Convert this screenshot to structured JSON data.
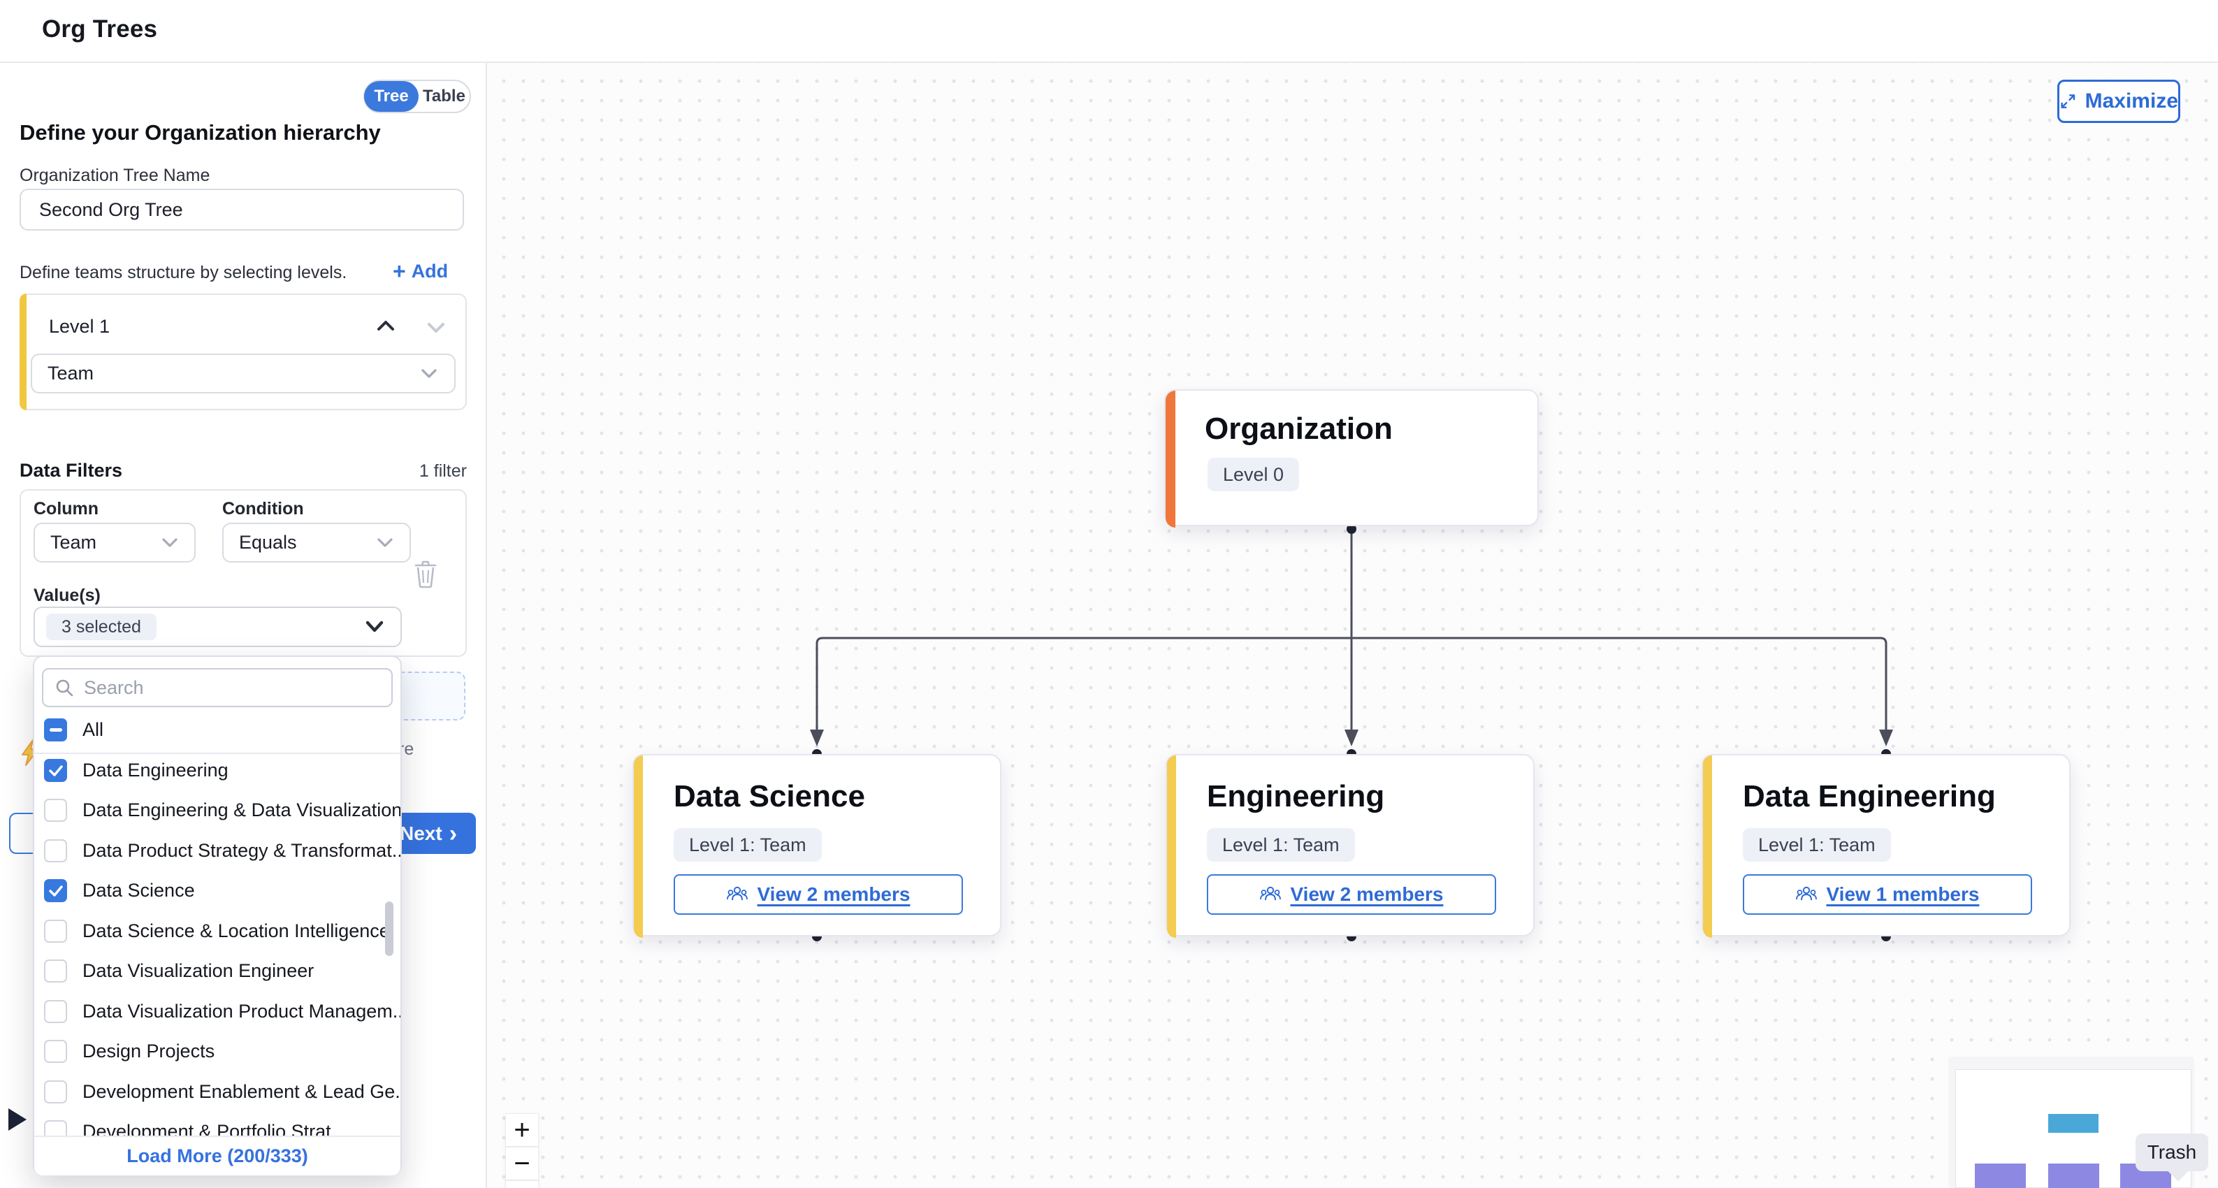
{
  "header": {
    "title": "Org Trees"
  },
  "sidebar": {
    "view_toggle": {
      "tree": "Tree",
      "table": "Table"
    },
    "heading": "Define your Organization hierarchy",
    "tree_name": {
      "label": "Organization Tree Name",
      "value": "Second Org Tree"
    },
    "levels": {
      "instruction": "Define teams structure by selecting levels.",
      "add_label": "Add",
      "plus_glyph": "+",
      "items": [
        {
          "title": "Level 1",
          "type_value": "Team"
        }
      ]
    },
    "filters": {
      "heading": "Data Filters",
      "count_label": "1 filter",
      "column_label": "Column",
      "column_value": "Team",
      "condition_label": "Condition",
      "condition_value": "Equals",
      "values_label": "Value(s)",
      "selected_chip": "3 selected"
    },
    "hint_fragment": "re",
    "next_label": "Next",
    "next_chevron": "›"
  },
  "dropdown": {
    "search_placeholder": "Search",
    "select_all_label": "All",
    "options": [
      {
        "label": "Data Engineering",
        "checked": true
      },
      {
        "label": "Data Engineering & Data Visualization",
        "checked": false
      },
      {
        "label": "Data Product Strategy & Transformat...",
        "checked": false
      },
      {
        "label": "Data Science",
        "checked": true
      },
      {
        "label": "Data Science & Location Intelligence",
        "checked": false
      },
      {
        "label": "Data Visualization Engineer",
        "checked": false
      },
      {
        "label": "Data Visualization Product Managem...",
        "checked": false
      },
      {
        "label": "Design Projects",
        "checked": false
      },
      {
        "label": "Development Enablement & Lead Ge...",
        "checked": false
      },
      {
        "label": "Development & Portfolio Strat...",
        "checked": false
      }
    ],
    "load_more_label": "Load More (200/333)"
  },
  "canvas": {
    "maximize_label": "Maximize",
    "root_node": {
      "title": "Organization",
      "badge": "Level 0"
    },
    "nodes": [
      {
        "title": "Data Science",
        "badge": "Level 1: Team",
        "members_label": "View 2 members"
      },
      {
        "title": "Engineering",
        "badge": "Level 1: Team",
        "members_label": "View 2 members"
      },
      {
        "title": "Data Engineering",
        "badge": "Level 1: Team",
        "members_label": "View 1 members"
      }
    ],
    "trash_tooltip": "Trash",
    "zoom_in_label": "+",
    "zoom_out_label": "−"
  },
  "colors": {
    "accent_blue": "#3572de",
    "toggle_blue": "#3b79dd",
    "level_yellow": "#f1c73f",
    "node_yellow": "#f3cc50",
    "root_orange": "#f0763c",
    "edge_gray": "#4b4e5a",
    "dot_navy": "#1e2230",
    "chip_bg": "#eef0f8",
    "minimap_root_blue": "#4aa8d8",
    "minimap_child_purple": "#8d89e2"
  }
}
